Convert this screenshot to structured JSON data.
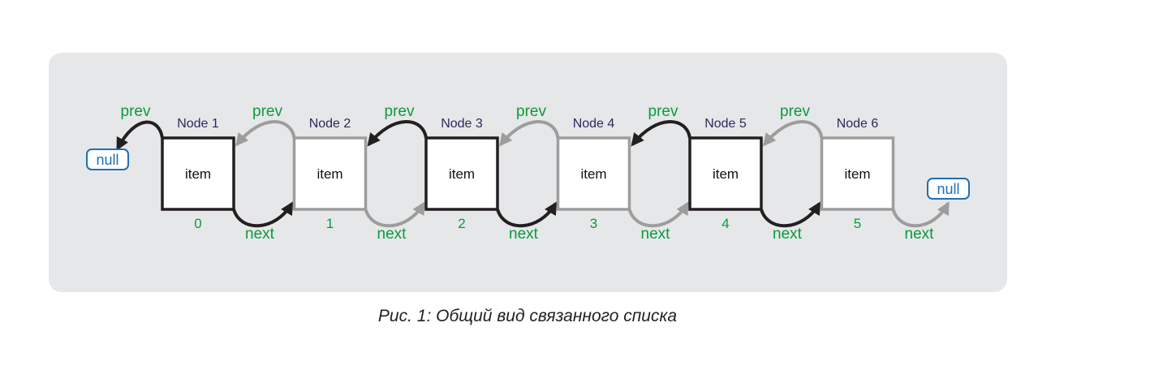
{
  "diagram": {
    "nodes": [
      {
        "title": "Node 1",
        "item": "item",
        "index": "0",
        "prev_label": "prev",
        "next_label": "next"
      },
      {
        "title": "Node 2",
        "item": "item",
        "index": "1",
        "prev_label": "prev",
        "next_label": "next"
      },
      {
        "title": "Node 3",
        "item": "item",
        "index": "2",
        "prev_label": "prev",
        "next_label": "next"
      },
      {
        "title": "Node 4",
        "item": "item",
        "index": "3",
        "prev_label": "prev",
        "next_label": "next"
      },
      {
        "title": "Node 5",
        "item": "item",
        "index": "4",
        "prev_label": "prev",
        "next_label": "next"
      },
      {
        "title": "Node 6",
        "item": "item",
        "index": "5",
        "prev_label": "prev",
        "next_label": "next"
      }
    ],
    "null_start": "null",
    "null_end": "null",
    "caption": "Рис. 1: Общий вид связанного списка",
    "colors": {
      "panel": "#e6e7e8",
      "dark": "#231f20",
      "gray": "#9d9d9d",
      "label_green": "#0a9a3e",
      "node_title": "#2b2a5c",
      "null_blue": "#1f6fb2"
    }
  }
}
